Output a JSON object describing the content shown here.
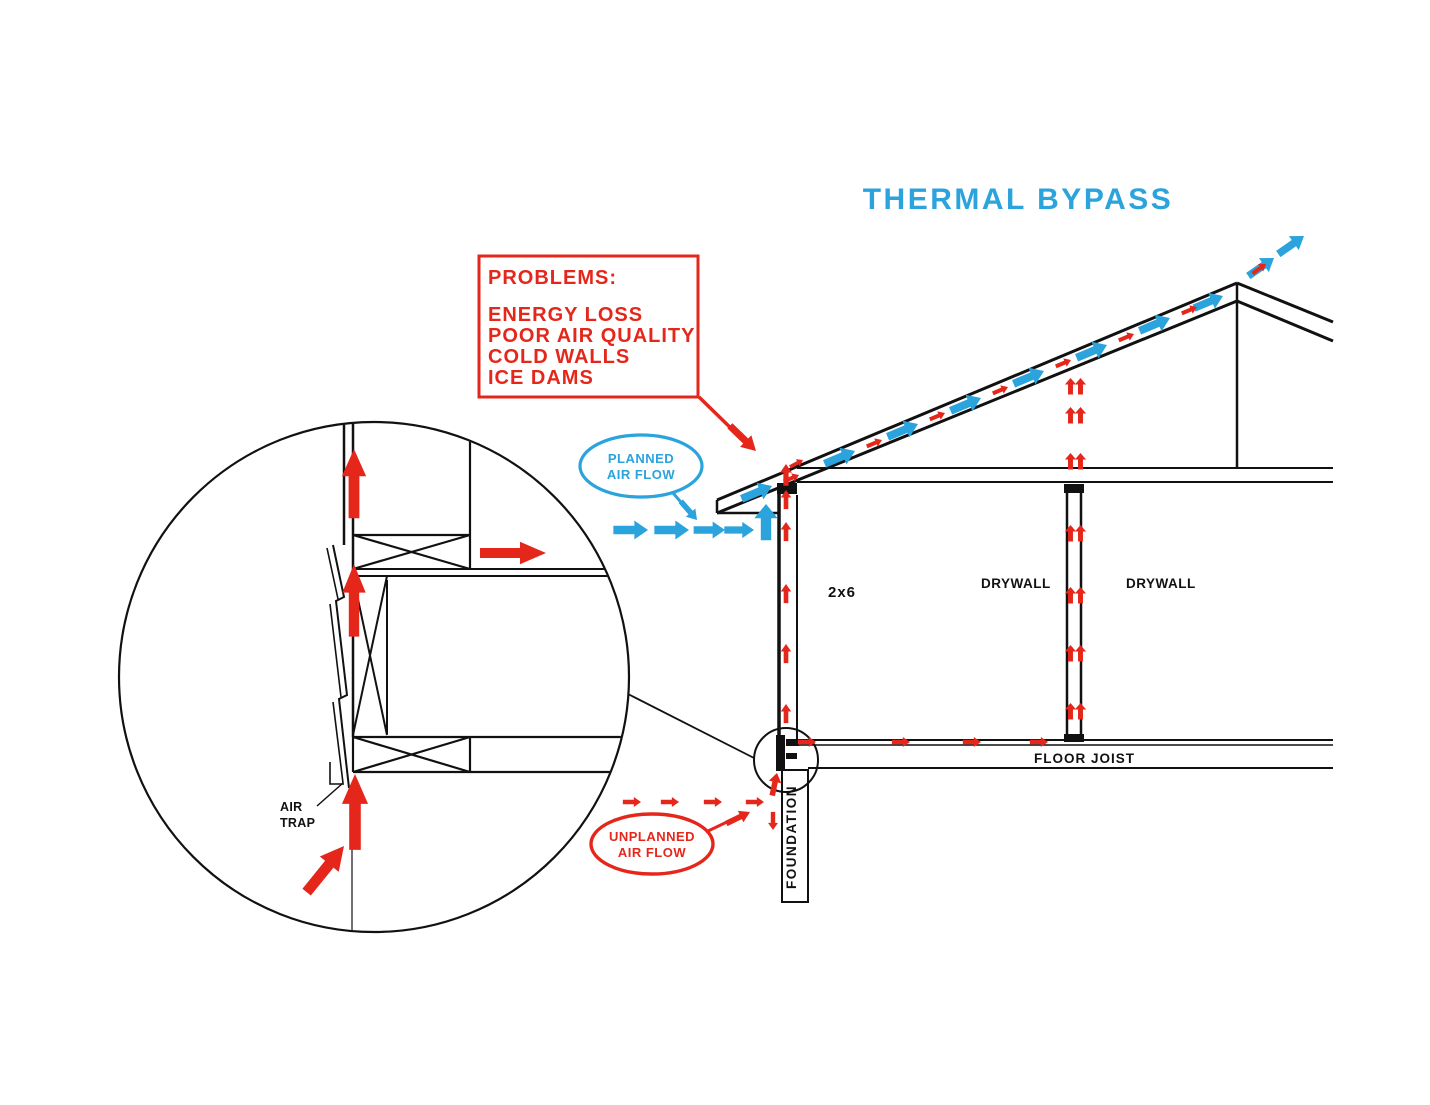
{
  "title": "THERMAL BYPASS",
  "colors": {
    "planned_blue": "#2BA3DC",
    "unplanned_red": "#E5271B",
    "line_black": "#111111"
  },
  "problems_box": {
    "heading": "PROBLEMS:",
    "items": [
      "ENERGY LOSS",
      "POOR AIR QUALITY",
      "COLD WALLS",
      "ICE DAMS"
    ]
  },
  "callouts": {
    "planned": {
      "line1": "PLANNED",
      "line2": "AIR FLOW"
    },
    "unplanned": {
      "line1": "UNPLANNED",
      "line2": "AIR FLOW"
    }
  },
  "labels": {
    "wall_stud": "2x6",
    "drywall_left": "DRYWALL",
    "drywall_right": "DRYWALL",
    "floor_joist": "FLOOR JOIST",
    "foundation": "FOUNDATION",
    "air_trap_line1": "AIR",
    "air_trap_line2": "TRAP"
  }
}
